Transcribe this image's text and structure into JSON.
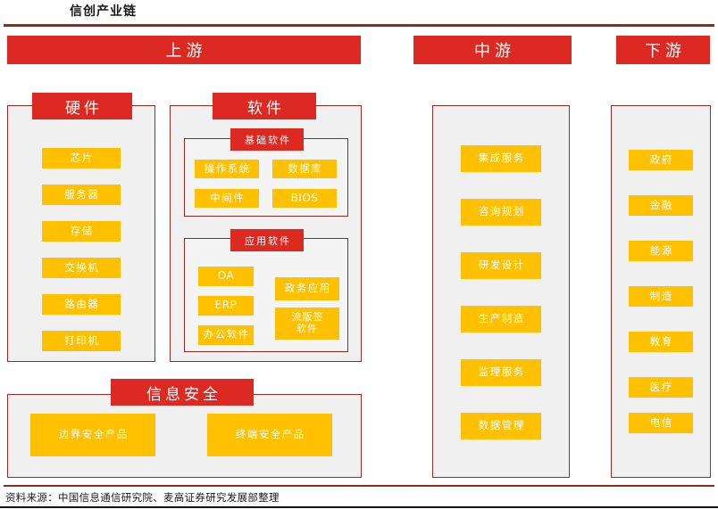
{
  "title": "信创产业链",
  "source": "资料来源：中国信息通信研究院、麦高证券研究发展部整理",
  "colors": {
    "red": "#DC2A22",
    "dark_red": "#8C2A23",
    "border_red": "#9C2B26",
    "yellow": "#FFC000",
    "panel_bg": "#F0F0F0",
    "text_white": "#FFFFFF"
  },
  "stages": {
    "upstream": "上游",
    "midstream": "中游",
    "downstream": "下游"
  },
  "upstream": {
    "hardware": {
      "label": "硬件",
      "items": [
        "芯片",
        "服务器",
        "存储",
        "交换机",
        "路由器",
        "打印机"
      ]
    },
    "software": {
      "label": "软件",
      "basic": {
        "label": "基础软件",
        "items": [
          "操作系统",
          "数据库",
          "中间件",
          "BIOS"
        ]
      },
      "application": {
        "label": "应用软件",
        "left_items": [
          "OA",
          "ERP",
          "办公软件"
        ],
        "right_items": [
          "政务应用",
          "流版签\n软件"
        ]
      }
    },
    "security": {
      "label": "信息安全",
      "items": [
        "边界安全产品",
        "终端安全产品"
      ]
    }
  },
  "midstream": {
    "items": [
      "集成服务",
      "咨询规划",
      "研发设计",
      "生产制造",
      "监理服务",
      "数据管理"
    ]
  },
  "downstream": {
    "items": [
      "政府",
      "金融",
      "能源",
      "制造",
      "教育",
      "医疗",
      "电信"
    ]
  }
}
